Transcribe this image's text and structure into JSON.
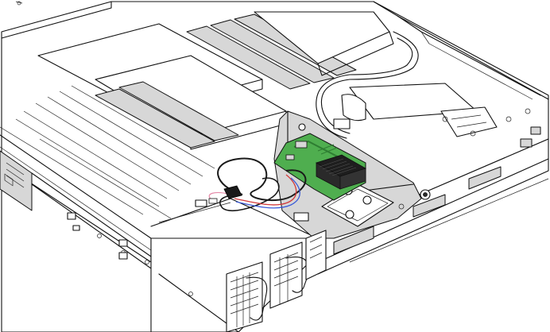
{
  "diagram": {
    "subject": "",
    "colors": {
      "outline": "#111111",
      "bracket_fill": "#d7d7d7",
      "pcb_green": "#4fae4f",
      "pcb_dark_green": "#2e7d32",
      "heatsink": "#1e1e1e",
      "cable_black": "#1a1a1a",
      "wire_red": "#d33a3a",
      "wire_blue": "#3a5bd9",
      "wire_pink": "#e58aa8"
    },
    "icons": [
      "server-chassis",
      "riser-bracket",
      "adapter-card",
      "cable-assembly",
      "power-supply"
    ]
  }
}
